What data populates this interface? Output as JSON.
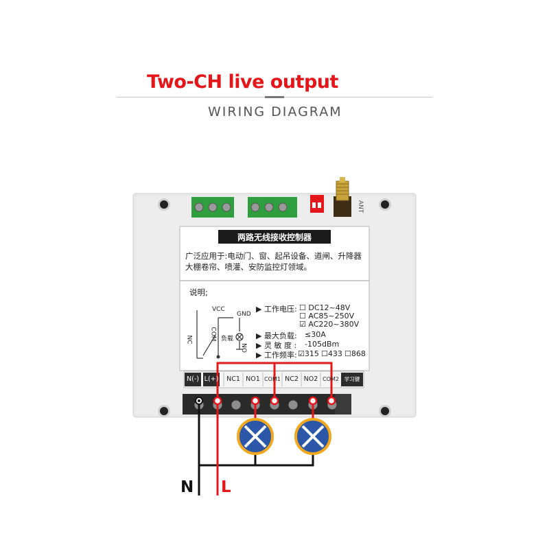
{
  "header": {
    "title": "Two-CH live output",
    "title_color": "#e5161a",
    "subtitle": "WIRING DIAGRAM"
  },
  "device": {
    "panel_title": "两路无线接收控制器",
    "applications": [
      "广泛应用于:电动门、窗、起吊设备、道闸、升降器",
      "大棚卷帘、喷灌、安防监控灯领域。"
    ],
    "note_label": "说明;",
    "antenna_label": "ANT",
    "schematic": {
      "vcc": "VCC",
      "gnd": "GND",
      "nc": "NC",
      "com": "COM",
      "no": "NO",
      "load": "负载"
    },
    "specs": {
      "voltage_label": "▶ 工作电压:",
      "voltage_options": [
        {
          "label": "DC12~48V",
          "checked": false
        },
        {
          "label": "AC85~250V",
          "checked": false
        },
        {
          "label": "AC220~380V",
          "checked": true
        }
      ],
      "max_load_label": "▶ 最大负载:",
      "max_load_value": "≤30A",
      "sensitivity_label": "▶ 灵 敏 度 :",
      "sensitivity_value": "-105dBm",
      "frequency_label": "▶ 工作频率:",
      "frequency_options": [
        {
          "label": "315",
          "checked": true
        },
        {
          "label": "433",
          "checked": false
        },
        {
          "label": "868",
          "checked": false
        }
      ]
    },
    "terminals": [
      "N(-)",
      "L(+)",
      "NC1",
      "NO1",
      "COM1",
      "NC2",
      "NO2",
      "COM2",
      "学习键"
    ]
  },
  "wiring": {
    "neutral_label": "N",
    "live_label": "L",
    "neutral_color": "#111111",
    "live_color": "#e5161a",
    "lamp_count": 2
  },
  "colors": {
    "accent_red": "#e5161a",
    "terminal_green": "#2f9e3e",
    "lamp_blue": "#2c56a8",
    "lamp_ring": "#f2a81d"
  }
}
